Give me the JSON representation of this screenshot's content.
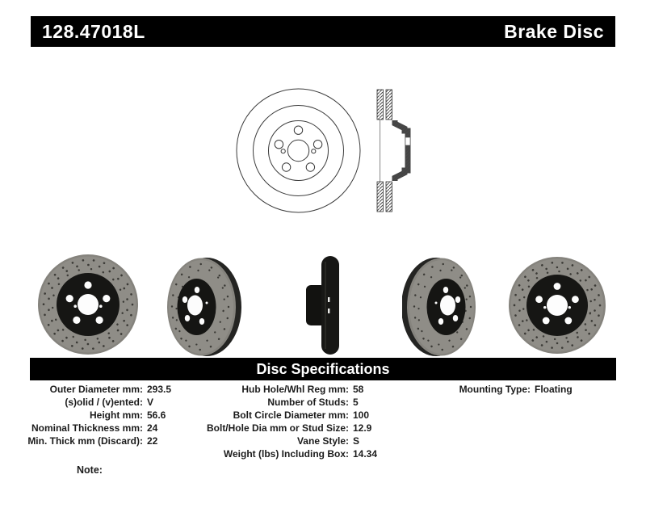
{
  "header": {
    "part_number": "128.47018L",
    "product_type": "Brake Disc"
  },
  "drawings": {
    "front_view": "brake-disc-front-line-drawing",
    "cross_section": "brake-disc-cross-section-line-drawing"
  },
  "photos": [
    "drilled-rotor-front-view",
    "drilled-rotor-angled-left-view",
    "drilled-rotor-edge-view",
    "drilled-rotor-angled-right-view",
    "drilled-rotor-front-view"
  ],
  "specifications": {
    "title": "Disc Specifications",
    "columns": [
      {
        "rows": [
          {
            "label": "Outer Diameter mm:",
            "value": "293.5"
          },
          {
            "label": "(s)olid / (v)ented:",
            "value": "V"
          },
          {
            "label": "Height mm:",
            "value": "56.6"
          },
          {
            "label": "Nominal Thickness mm:",
            "value": "24"
          },
          {
            "label": "Min. Thick mm (Discard):",
            "value": "22"
          }
        ]
      },
      {
        "rows": [
          {
            "label": "Hub Hole/Whl Reg mm:",
            "value": "58"
          },
          {
            "label": "Number of Studs:",
            "value": "5"
          },
          {
            "label": "Bolt Circle Diameter mm:",
            "value": "100"
          },
          {
            "label": "Bolt/Hole Dia mm or Stud Size:",
            "value": "12.9"
          },
          {
            "label": "Vane Style:",
            "value": "S"
          },
          {
            "label": "Weight (lbs) Including Box:",
            "value": "14.34"
          }
        ]
      },
      {
        "rows": [
          {
            "label": "Mounting Type:",
            "value": "Floating"
          }
        ]
      }
    ]
  },
  "note": {
    "label": "Note:"
  },
  "colors": {
    "bar_background": "#000000",
    "bar_text": "#ffffff",
    "rotor_gray": "#8f8d87",
    "hub_black": "#161614",
    "drawing_line": "#3b3b3b"
  }
}
